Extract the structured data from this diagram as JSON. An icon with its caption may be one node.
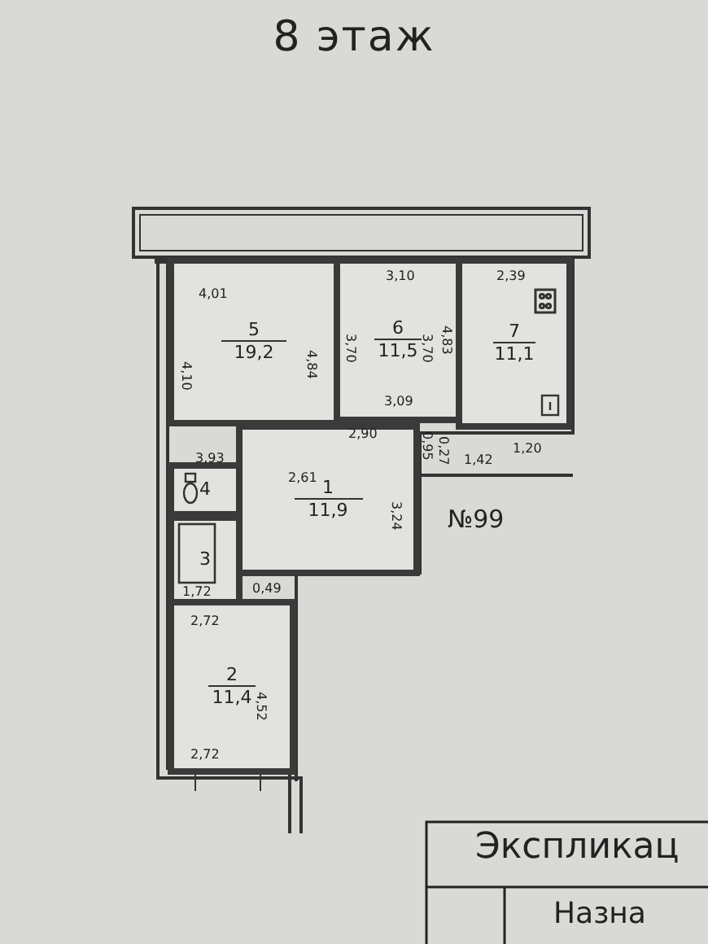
{
  "diagram": {
    "title": "8 этаж",
    "nodes": [
      {
        "text": [
          "5",
          "19,2"
        ]
      },
      {
        "text": [
          "6",
          "11,5"
        ]
      },
      {
        "text": [
          "7",
          "11,1"
        ]
      },
      {
        "text": [
          "4"
        ]
      },
      {
        "text": [
          "1",
          "11,9"
        ]
      },
      {
        "text": [
          "3"
        ]
      },
      {
        "text": [
          "2",
          "11,4"
        ]
      }
    ],
    "edges": [],
    "labels": [
      "4,01",
      "3,10",
      "2,39",
      "4,10",
      "4,84",
      "3,70",
      "3,70",
      "4,83",
      "3,09",
      "2,90",
      "0,95",
      "0,27",
      "1,20",
      "3,93",
      "2,61",
      "1,42",
      "3,24",
      "№99",
      "1,72",
      "0,49",
      "2,72",
      "4,52",
      "2,72",
      "Экспликац",
      "Назна"
    ]
  }
}
